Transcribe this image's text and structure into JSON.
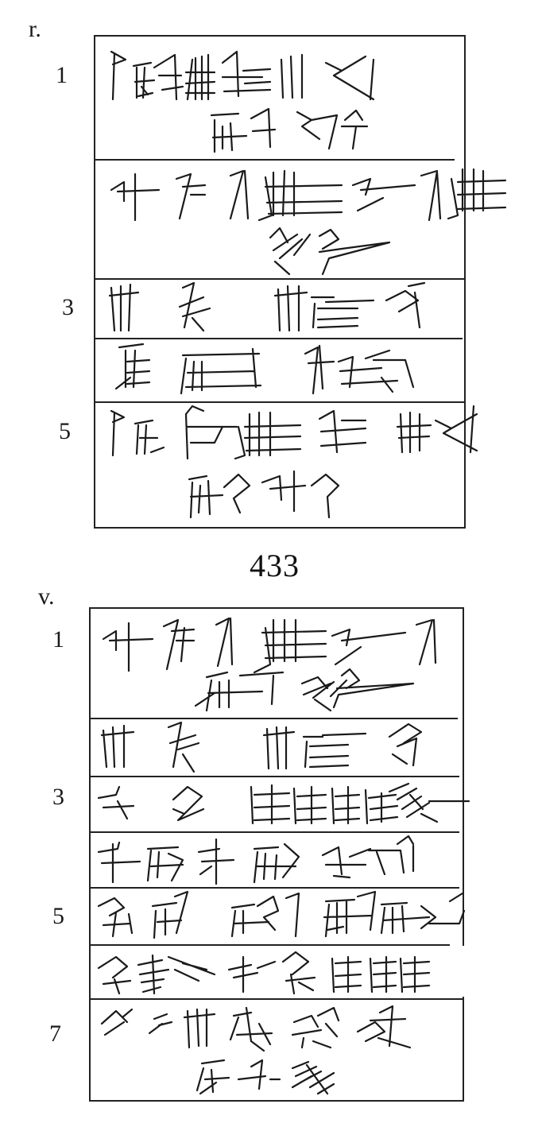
{
  "obverse": {
    "side_mark": "r.",
    "line_numbers": [
      "1",
      "3",
      "5"
    ]
  },
  "page_number": "433",
  "reverse": {
    "side_mark": "v.",
    "line_numbers": [
      "1",
      "3",
      "5",
      "7"
    ]
  }
}
